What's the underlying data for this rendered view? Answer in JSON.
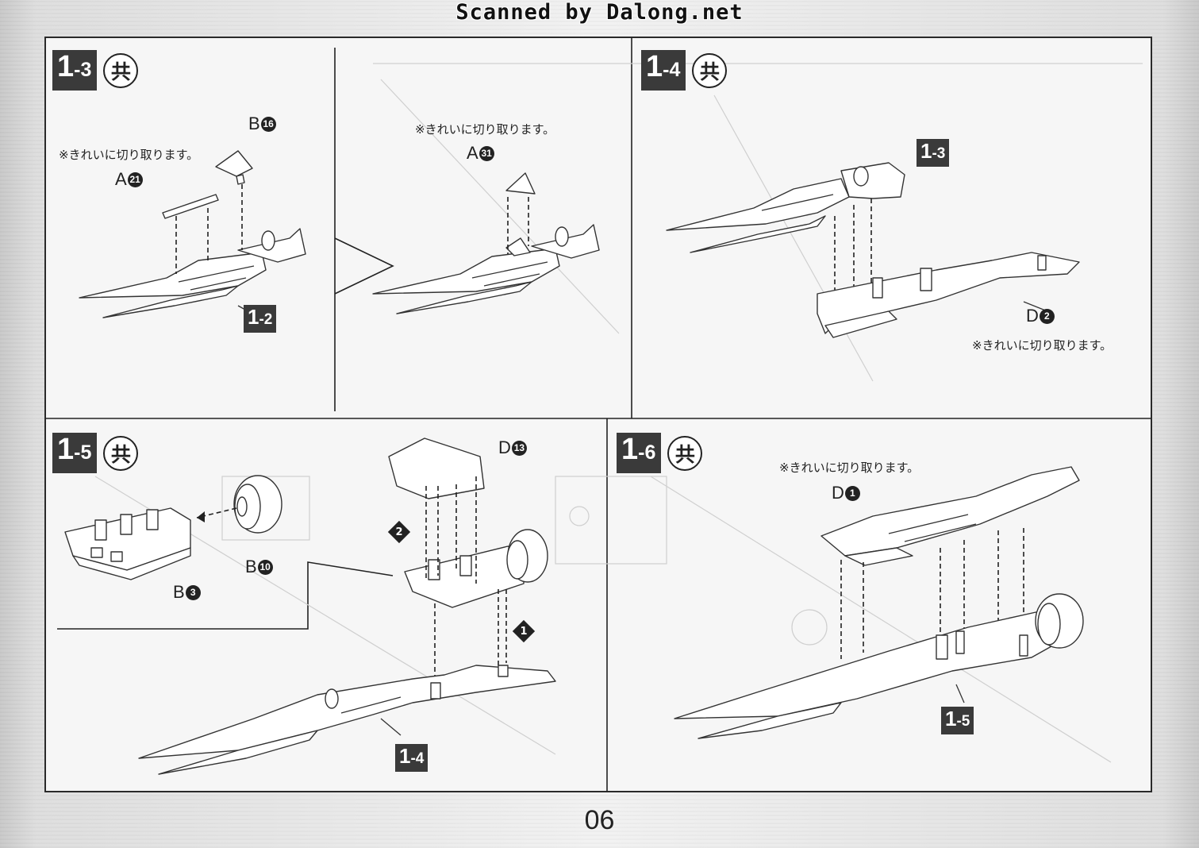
{
  "watermark": "Scanned by Dalong.net",
  "page_number": "06",
  "common_mark": "共",
  "cut_note": "※きれいに切り取ります。",
  "steps": {
    "s13": {
      "major": "1",
      "minor": "-3"
    },
    "s14": {
      "major": "1",
      "minor": "-4"
    },
    "s15": {
      "major": "1",
      "minor": "-5"
    },
    "s16": {
      "major": "1",
      "minor": "-6"
    }
  },
  "parts": {
    "b16": {
      "letter": "B",
      "num": "16"
    },
    "a21": {
      "letter": "A",
      "num": "21"
    },
    "a31": {
      "letter": "A",
      "num": "31"
    },
    "d2": {
      "letter": "D",
      "num": "2"
    },
    "b10": {
      "letter": "B",
      "num": "10"
    },
    "b3": {
      "letter": "B",
      "num": "3"
    },
    "d13": {
      "letter": "D",
      "num": "13"
    },
    "d1": {
      "letter": "D",
      "num": "1"
    }
  },
  "refs": {
    "r12": {
      "major": "1",
      "minor": "-2"
    },
    "r13": {
      "major": "1",
      "minor": "-3"
    },
    "r14": {
      "major": "1",
      "minor": "-4"
    },
    "r15": {
      "major": "1",
      "minor": "-5"
    }
  },
  "order_markers": {
    "first": "1",
    "second": "2"
  }
}
